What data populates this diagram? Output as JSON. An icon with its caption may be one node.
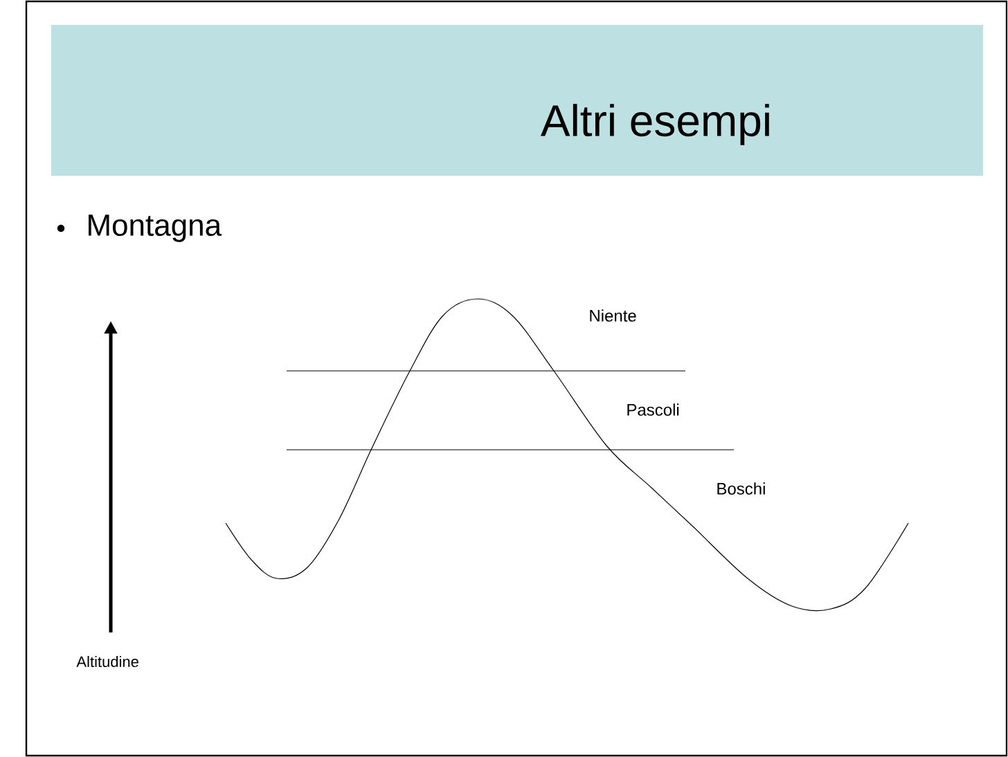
{
  "diagram": {
    "title": "Altri esempi",
    "labels": [
      "Montagna",
      "Niente",
      "Pascoli",
      "Boschi",
      "Altitudine"
    ]
  }
}
